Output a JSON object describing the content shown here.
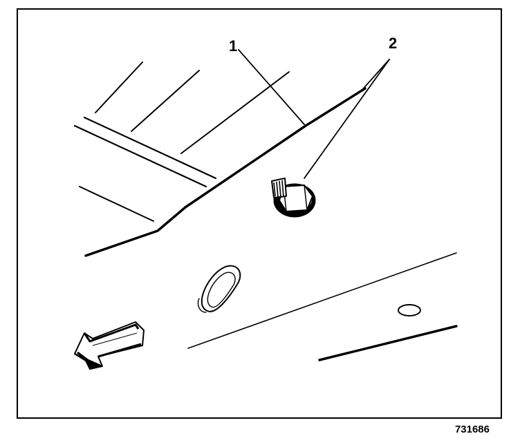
{
  "callouts": {
    "one": "1",
    "two": "2"
  },
  "figure_id": "731686",
  "icons": {
    "arrow": "direction-arrow-icon",
    "bolt": "flange-bolt-icon"
  },
  "colors": {
    "ink": "#000000",
    "paper": "#ffffff"
  }
}
